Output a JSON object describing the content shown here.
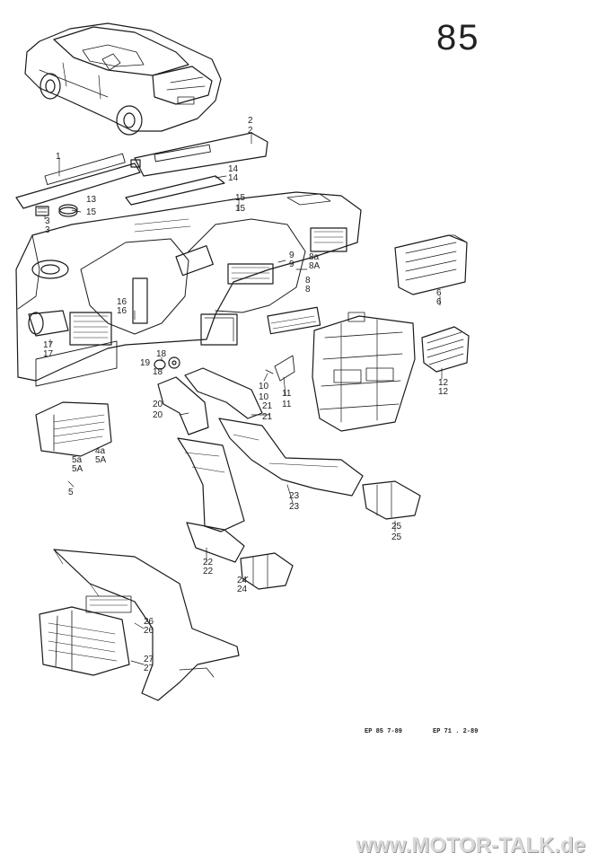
{
  "page": {
    "number": "85"
  },
  "callouts": [
    {
      "id": "c1",
      "top": "1",
      "bottom": ""
    },
    {
      "id": "c2",
      "top": "2",
      "bottom": "2"
    },
    {
      "id": "c3",
      "top": "3",
      "bottom": "3"
    },
    {
      "id": "c13",
      "top": "13",
      "bottom": "15"
    },
    {
      "id": "c14",
      "top": "14",
      "bottom": "14"
    },
    {
      "id": "c15",
      "top": "15",
      "bottom": "15"
    },
    {
      "id": "c9",
      "top": "9",
      "bottom": "9"
    },
    {
      "id": "c8a",
      "top": "8a",
      "bottom": "8A"
    },
    {
      "id": "c8",
      "top": "8",
      "bottom": "8"
    },
    {
      "id": "c6",
      "top": "6",
      "bottom": "6"
    },
    {
      "id": "c16",
      "top": "16",
      "bottom": "16"
    },
    {
      "id": "c17",
      "top": "17",
      "bottom": "17"
    },
    {
      "id": "c18",
      "top": "18",
      "bottom": "18"
    },
    {
      "id": "c19",
      "top": "19",
      "bottom": ""
    },
    {
      "id": "c10",
      "top": "10",
      "bottom": "10"
    },
    {
      "id": "c11",
      "top": "11",
      "bottom": "11"
    },
    {
      "id": "c12",
      "top": "12",
      "bottom": "12"
    },
    {
      "id": "c20",
      "top": "20",
      "bottom": "20"
    },
    {
      "id": "c21",
      "top": "21",
      "bottom": "21"
    },
    {
      "id": "c5a",
      "top": "5a",
      "bottom": "5A"
    },
    {
      "id": "c4a",
      "top": "4a",
      "bottom": "5A"
    },
    {
      "id": "c5",
      "top": "",
      "bottom": "5"
    },
    {
      "id": "c23",
      "top": "23",
      "bottom": "23"
    },
    {
      "id": "c25",
      "top": "25",
      "bottom": "25"
    },
    {
      "id": "c22",
      "top": "22",
      "bottom": "22"
    },
    {
      "id": "c24",
      "top": "24",
      "bottom": "24"
    },
    {
      "id": "c26",
      "top": "26",
      "bottom": "26"
    },
    {
      "id": "c27",
      "top": "27",
      "bottom": "27"
    }
  ],
  "footer": {
    "left": "EP 85   7-89",
    "right": "EP 71 . 2-89"
  },
  "watermark": "www.MOTOR-TALK.de"
}
